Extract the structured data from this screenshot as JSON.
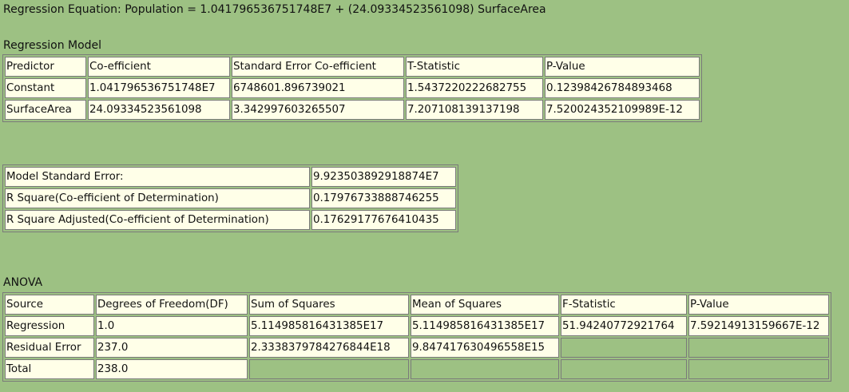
{
  "equation": "Regression Equation: Population = 1.041796536751748E7 + (24.09334523561098) SurfaceArea",
  "regression_model": {
    "title": "Regression Model",
    "headers": [
      "Predictor",
      "Co-efficient",
      "Standard Error Co-efficient",
      "T-Statistic",
      "P-Value"
    ],
    "rows": [
      [
        "Constant",
        "1.041796536751748E7",
        "6748601.896739021",
        "1.5437220222682755",
        "0.12398426784893468"
      ],
      [
        "SurfaceArea",
        "24.09334523561098",
        "3.342997603265507",
        "7.207108139137198",
        "7.520024352109989E-12"
      ]
    ]
  },
  "model_stats": {
    "rows": [
      [
        "Model Standard Error:",
        "9.923503892918874E7"
      ],
      [
        "R Square(Co-efficient of Determination)",
        "0.17976733888746255"
      ],
      [
        "R Square Adjusted(Co-efficient of Determination)",
        "0.17629177676410435"
      ]
    ]
  },
  "anova": {
    "title": "ANOVA",
    "headers": [
      "Source",
      "Degrees of Freedom(DF)",
      "Sum of Squares",
      "Mean of Squares",
      "F-Statistic",
      "P-Value"
    ],
    "rows": [
      [
        "Regression",
        "1.0",
        "5.114985816431385E17",
        "5.114985816431385E17",
        "51.94240772921764",
        "7.59214913159667E-12"
      ],
      [
        "Residual Error",
        "237.0",
        "2.3338379784276844E18",
        "9.847417630496558E15",
        "",
        ""
      ],
      [
        "Total",
        "238.0",
        "",
        "",
        "",
        ""
      ]
    ]
  }
}
